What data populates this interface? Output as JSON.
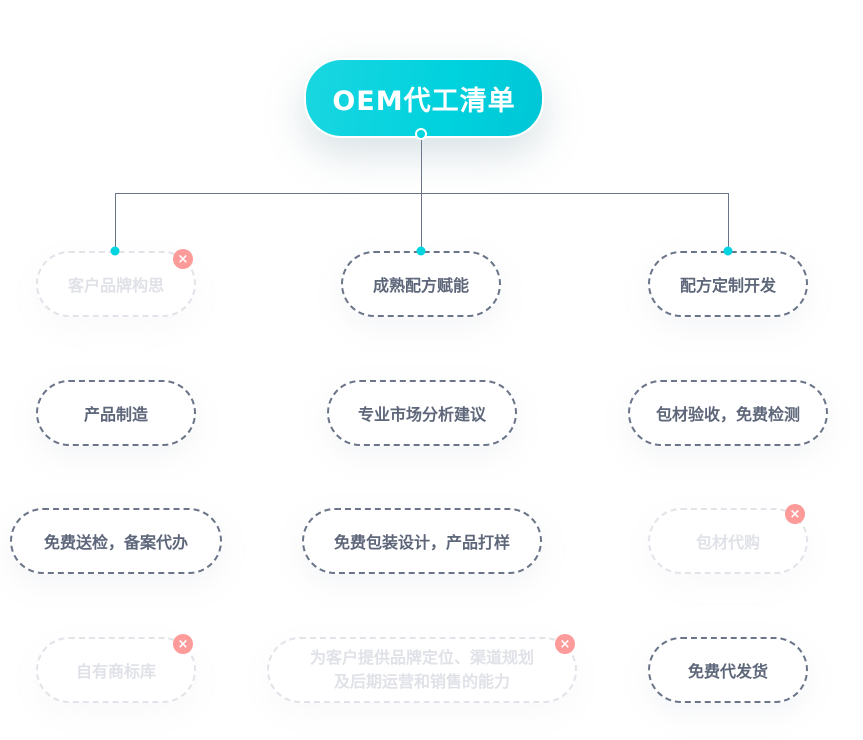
{
  "root": {
    "label": "OEM代工清单",
    "color": "#00d2de"
  },
  "colors": {
    "active_border": "#6b7589",
    "active_text": "#5e677a",
    "disabled": "#e2e4ea",
    "remove_badge": "#fd9a9a",
    "connector_dot": "#00d4e0"
  },
  "branches": [
    {
      "label": "客户品牌构思",
      "enabled": false
    },
    {
      "label": "成熟配方赋能",
      "enabled": true
    },
    {
      "label": "配方定制开发",
      "enabled": true
    }
  ],
  "items": [
    {
      "label": "产品制造",
      "enabled": true
    },
    {
      "label": "专业市场分析建议",
      "enabled": true
    },
    {
      "label": "包材验收，免费检测",
      "enabled": true
    },
    {
      "label": "免费送检，备案代办",
      "enabled": true
    },
    {
      "label": "免费包装设计，产品打样",
      "enabled": true
    },
    {
      "label": "包材代购",
      "enabled": false
    },
    {
      "label": "自有商标库",
      "enabled": false
    },
    {
      "label": "为客户提供品牌定位、渠道规划",
      "label2": "及后期运营和销售的能力",
      "enabled": false
    },
    {
      "label": "免费代发货",
      "enabled": true
    }
  ],
  "remove_icon": "×"
}
